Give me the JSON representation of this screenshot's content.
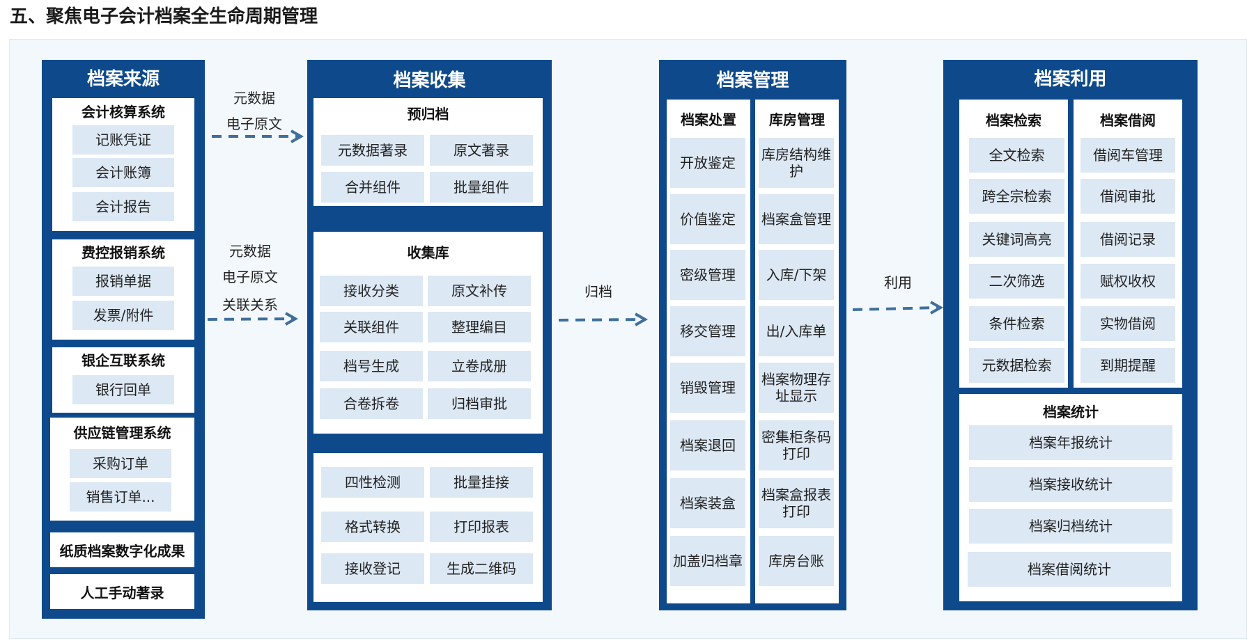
{
  "heading": "五、聚焦电子会计档案全生命周期管理",
  "colors": {
    "panel": "#0e4a8b",
    "chip": "#dce8f4",
    "canvas": "#f3f8fc",
    "arrow": "#3f6f9c"
  },
  "source": {
    "title": "档案来源",
    "accounting": {
      "title": "会计核算系统",
      "items": [
        "记账凭证",
        "会计账簿",
        "会计报告"
      ]
    },
    "expense": {
      "title": "费控报销系统",
      "items": [
        "报销单据",
        "发票/附件"
      ]
    },
    "bank": {
      "title": "银企互联系统",
      "items": [
        "银行回单"
      ]
    },
    "supply": {
      "title": "供应链管理系统",
      "items": [
        "采购订单",
        "销售订单..."
      ]
    },
    "paper": "纸质档案数字化成果",
    "manual": "人工手动著录"
  },
  "flow1": {
    "line1": "元数据",
    "line2": "电子原文"
  },
  "flow2": {
    "line1": "元数据",
    "line2": "电子原文",
    "line3": "关联关系"
  },
  "flow3": {
    "label": "归档"
  },
  "flow4": {
    "label": "利用"
  },
  "collect": {
    "title": "档案收集",
    "pre": {
      "title": "预归档",
      "items": [
        "元数据著录",
        "原文著录",
        "合并组件",
        "批量组件"
      ]
    },
    "library": {
      "title": "收集库",
      "items": [
        "接收分类",
        "原文补传",
        "关联组件",
        "整理编目",
        "档号生成",
        "立卷成册",
        "合卷拆卷",
        "归档审批"
      ]
    },
    "tools": {
      "items": [
        "四性检测",
        "批量挂接",
        "格式转换",
        "打印报表",
        "接收登记",
        "生成二维码"
      ]
    }
  },
  "manage": {
    "title": "档案管理",
    "disposal": {
      "title": "档案处置",
      "items": [
        "开放鉴定",
        "价值鉴定",
        "密级管理",
        "移交管理",
        "销毁管理",
        "档案退回",
        "档案装盒",
        "加盖归档章"
      ]
    },
    "storage": {
      "title": "库房管理",
      "items": [
        "库房结构维护",
        "档案盒管理",
        "入库/下架",
        "出/入库单",
        "档案物理存址显示",
        "密集柜条码打印",
        "档案盒报表打印",
        "库房台账"
      ]
    }
  },
  "use": {
    "title": "档案利用",
    "search": {
      "title": "档案检索",
      "items": [
        "全文检索",
        "跨全宗检索",
        "关键词高亮",
        "二次筛选",
        "条件检索",
        "元数据检索"
      ]
    },
    "borrow": {
      "title": "档案借阅",
      "items": [
        "借阅车管理",
        "借阅审批",
        "借阅记录",
        "赋权收权",
        "实物借阅",
        "到期提醒"
      ]
    },
    "stats": {
      "title": "档案统计",
      "items": [
        "档案年报统计",
        "档案接收统计",
        "档案归档统计",
        "档案借阅统计"
      ]
    }
  }
}
